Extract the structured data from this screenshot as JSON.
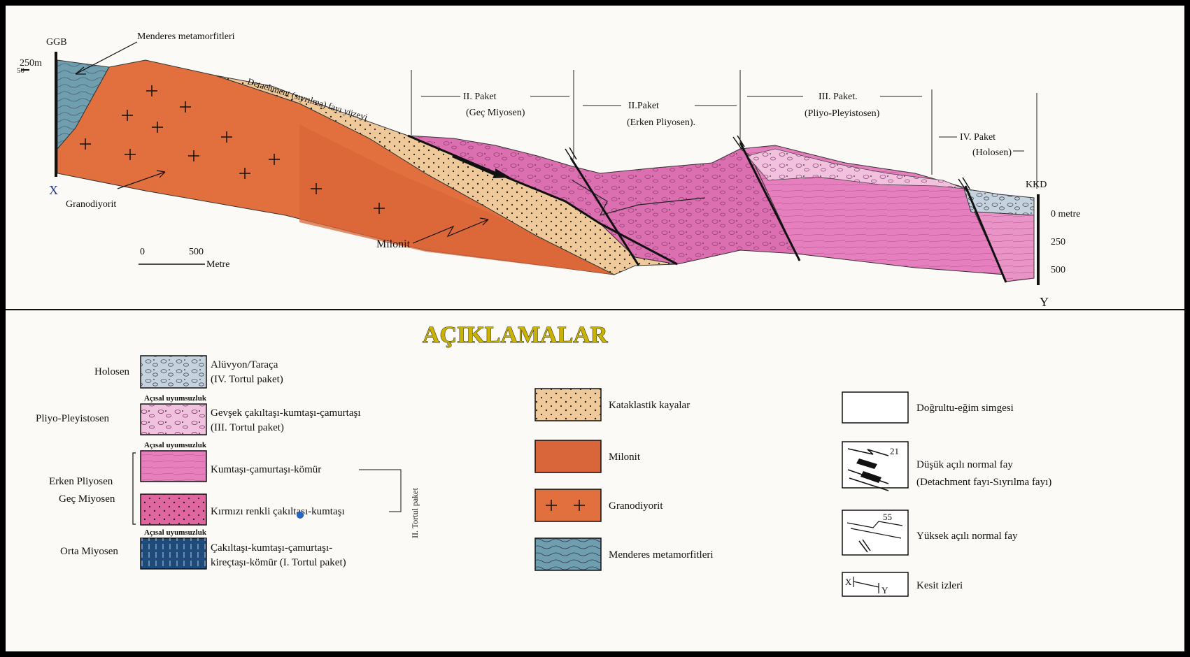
{
  "section": {
    "end_left": "GGB",
    "end_right": "KKD",
    "trace_start": "X",
    "trace_end": "Y",
    "elev_left": "250m",
    "elev_left_tick": "50",
    "elev_right": [
      "0 metre",
      "250",
      "500"
    ],
    "scale_0": "0",
    "scale_500": "500",
    "scale_unit": "Metre",
    "labels": {
      "menderes": "Menderes metamorfitleri",
      "granodiyorit": "Granodiyorit",
      "milonit": "Milonit",
      "detachment": "Detachment (sıyrılma) fayı yüzeyi"
    },
    "packets": [
      {
        "name": "II. Paket",
        "age": "(Geç Miyosen)"
      },
      {
        "name": "II.Paket",
        "age": "(Erken Pliyosen)."
      },
      {
        "name": "III. Paket.",
        "age": "(Pliyo-Pleyistosen)"
      },
      {
        "name": "IV. Paket",
        "age": "(Holosen)"
      }
    ]
  },
  "legend": {
    "title": "AÇIKLAMALAR",
    "unconformity": "Açısal uyumsuzluk",
    "group_label": "II. Tortul paket",
    "units": [
      {
        "age": "Holosen",
        "line1": "Alüvyon/Taraça",
        "line2": "(IV. Tortul paket)"
      },
      {
        "age": "Pliyo-Pleyistosen",
        "line1": "Gevşek çakıltaşı-kumtaşı-çamurtaşı",
        "line2": "(III. Tortul paket)"
      },
      {
        "age": "Erken Pliyosen",
        "line1": "Kumtaşı-çamurtaşı-kömür",
        "line2": ""
      },
      {
        "age": "Geç Miyosen",
        "line1": "Kırmızı renkli çakıltaşı-kumtaşı",
        "line2": ""
      },
      {
        "age": "Orta Miyosen",
        "line1": "Çakıltaşı-kumtaşı-çamurtaşı-",
        "line2": "kireçtaşı-kömür (I. Tortul paket)"
      }
    ],
    "rocks": [
      "Kataklastik kayalar",
      "Milonit",
      "Granodiyorit",
      "Menderes metamorfitleri"
    ],
    "symbols": [
      {
        "line1": "Doğrultu-eğim simgesi",
        "line2": ""
      },
      {
        "line1": "Düşük açılı normal fay",
        "line2": "(Detachment fayı-Sıyrılma fayı)",
        "value": "21"
      },
      {
        "line1": "Yüksek açılı normal fay",
        "line2": "",
        "value": "55"
      },
      {
        "line1": "Kesit izleri",
        "line2": "",
        "end_a": "X",
        "end_b": "Y"
      }
    ]
  },
  "colors": {
    "granodiorite": "#e2703e",
    "mylonite": "#d9653a",
    "cataclastic": "#efc99a",
    "pink_upper": "#dc6fb0",
    "pink_lower": "#e67fbd",
    "pliyo": "#e9a6cf",
    "holocene": "#c5d3de",
    "menderes": "#6f9fae",
    "orta_miyosen": "#1f4b7a",
    "title": "#c9b200"
  }
}
